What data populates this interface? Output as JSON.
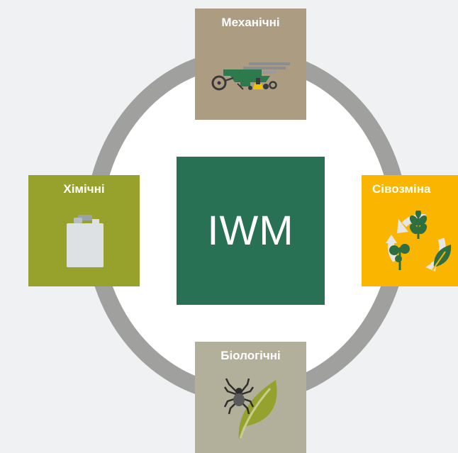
{
  "center": {
    "label": "IWM"
  },
  "nodes": {
    "mechanical": {
      "label": "Механічні",
      "icon": "plow-tractor-icon",
      "color": "#ac9d82"
    },
    "chemical": {
      "label": "Хімічні",
      "icon": "canister-icon",
      "color": "#97a22c"
    },
    "rotation": {
      "label": "Сівозміна",
      "icon": "crop-rotation-icon",
      "color": "#f9b500"
    },
    "biological": {
      "label": "Біологічні",
      "icon": "spider-leaf-icon",
      "color": "#b2b09a"
    }
  },
  "colors": {
    "ring": "#a0a09e",
    "center": "#287154",
    "background": "#f0f1f3"
  }
}
